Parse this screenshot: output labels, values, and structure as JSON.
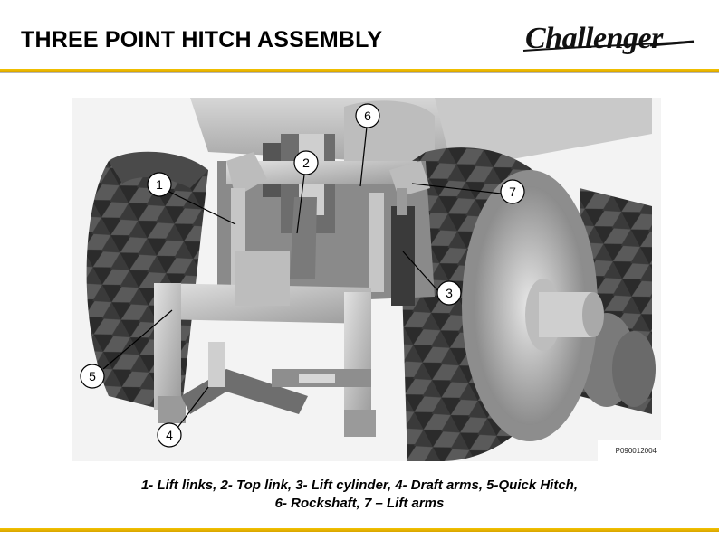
{
  "slide": {
    "title": "THREE POINT HITCH ASSEMBLY",
    "logo_text": "Challenger",
    "accent_color": "#f2c200"
  },
  "figure": {
    "image_id": "P090012004",
    "callouts": [
      {
        "number": "1",
        "component": "Lift links"
      },
      {
        "number": "2",
        "component": "Top link"
      },
      {
        "number": "3",
        "component": "Lift cylinder"
      },
      {
        "number": "4",
        "component": "Draft arms"
      },
      {
        "number": "5",
        "component": "Quick Hitch"
      },
      {
        "number": "6",
        "component": "Rockshaft"
      },
      {
        "number": "7",
        "component": "Lift arms"
      }
    ]
  },
  "caption": {
    "line1": "1- Lift links, 2- Top link, 3- Lift cylinder, 4- Draft arms, 5-Quick Hitch,",
    "line2": "6- Rockshaft, 7 – Lift arms"
  }
}
